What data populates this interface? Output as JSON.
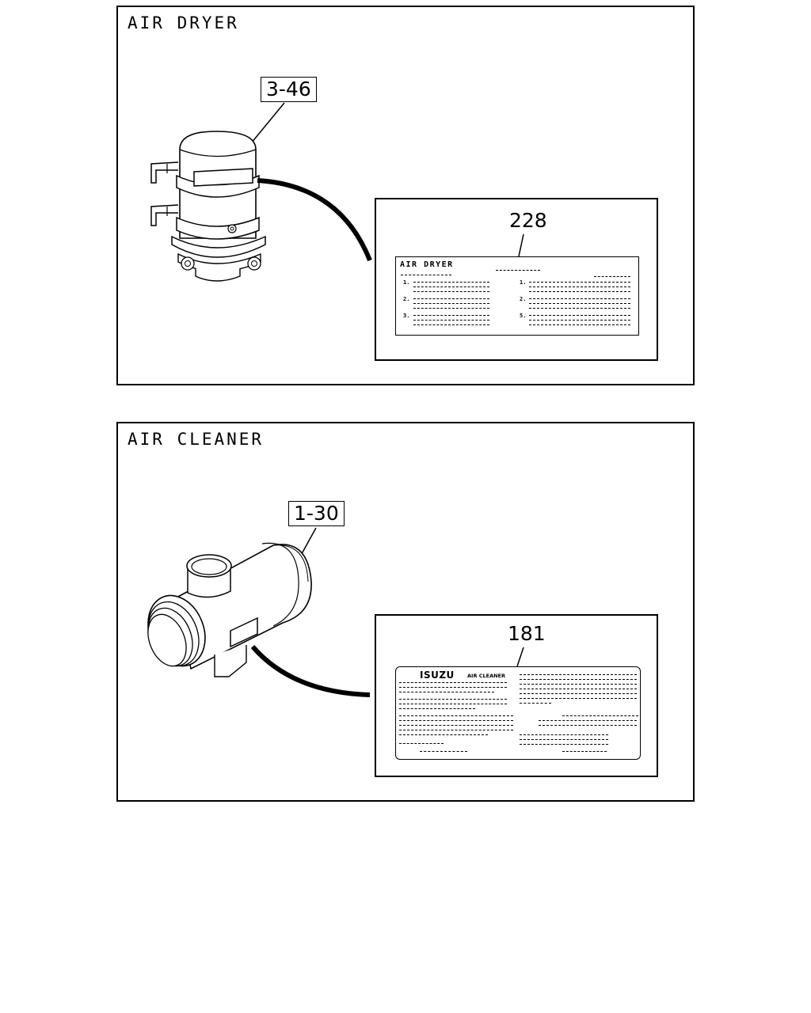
{
  "air_dryer": {
    "title": "AIR DRYER",
    "part_ref": "3-46",
    "label_ref": "228",
    "label_title": "AIR DRYER",
    "label_left_numbers": [
      "1.",
      "2.",
      "3."
    ],
    "label_right_numbers": [
      "1.",
      "2.",
      "5."
    ]
  },
  "air_cleaner": {
    "title": "AIR CLEANER",
    "part_ref": "1-30",
    "label_ref": "181",
    "label_brand": "ISUZU",
    "label_title": "AIR CLEANER"
  }
}
